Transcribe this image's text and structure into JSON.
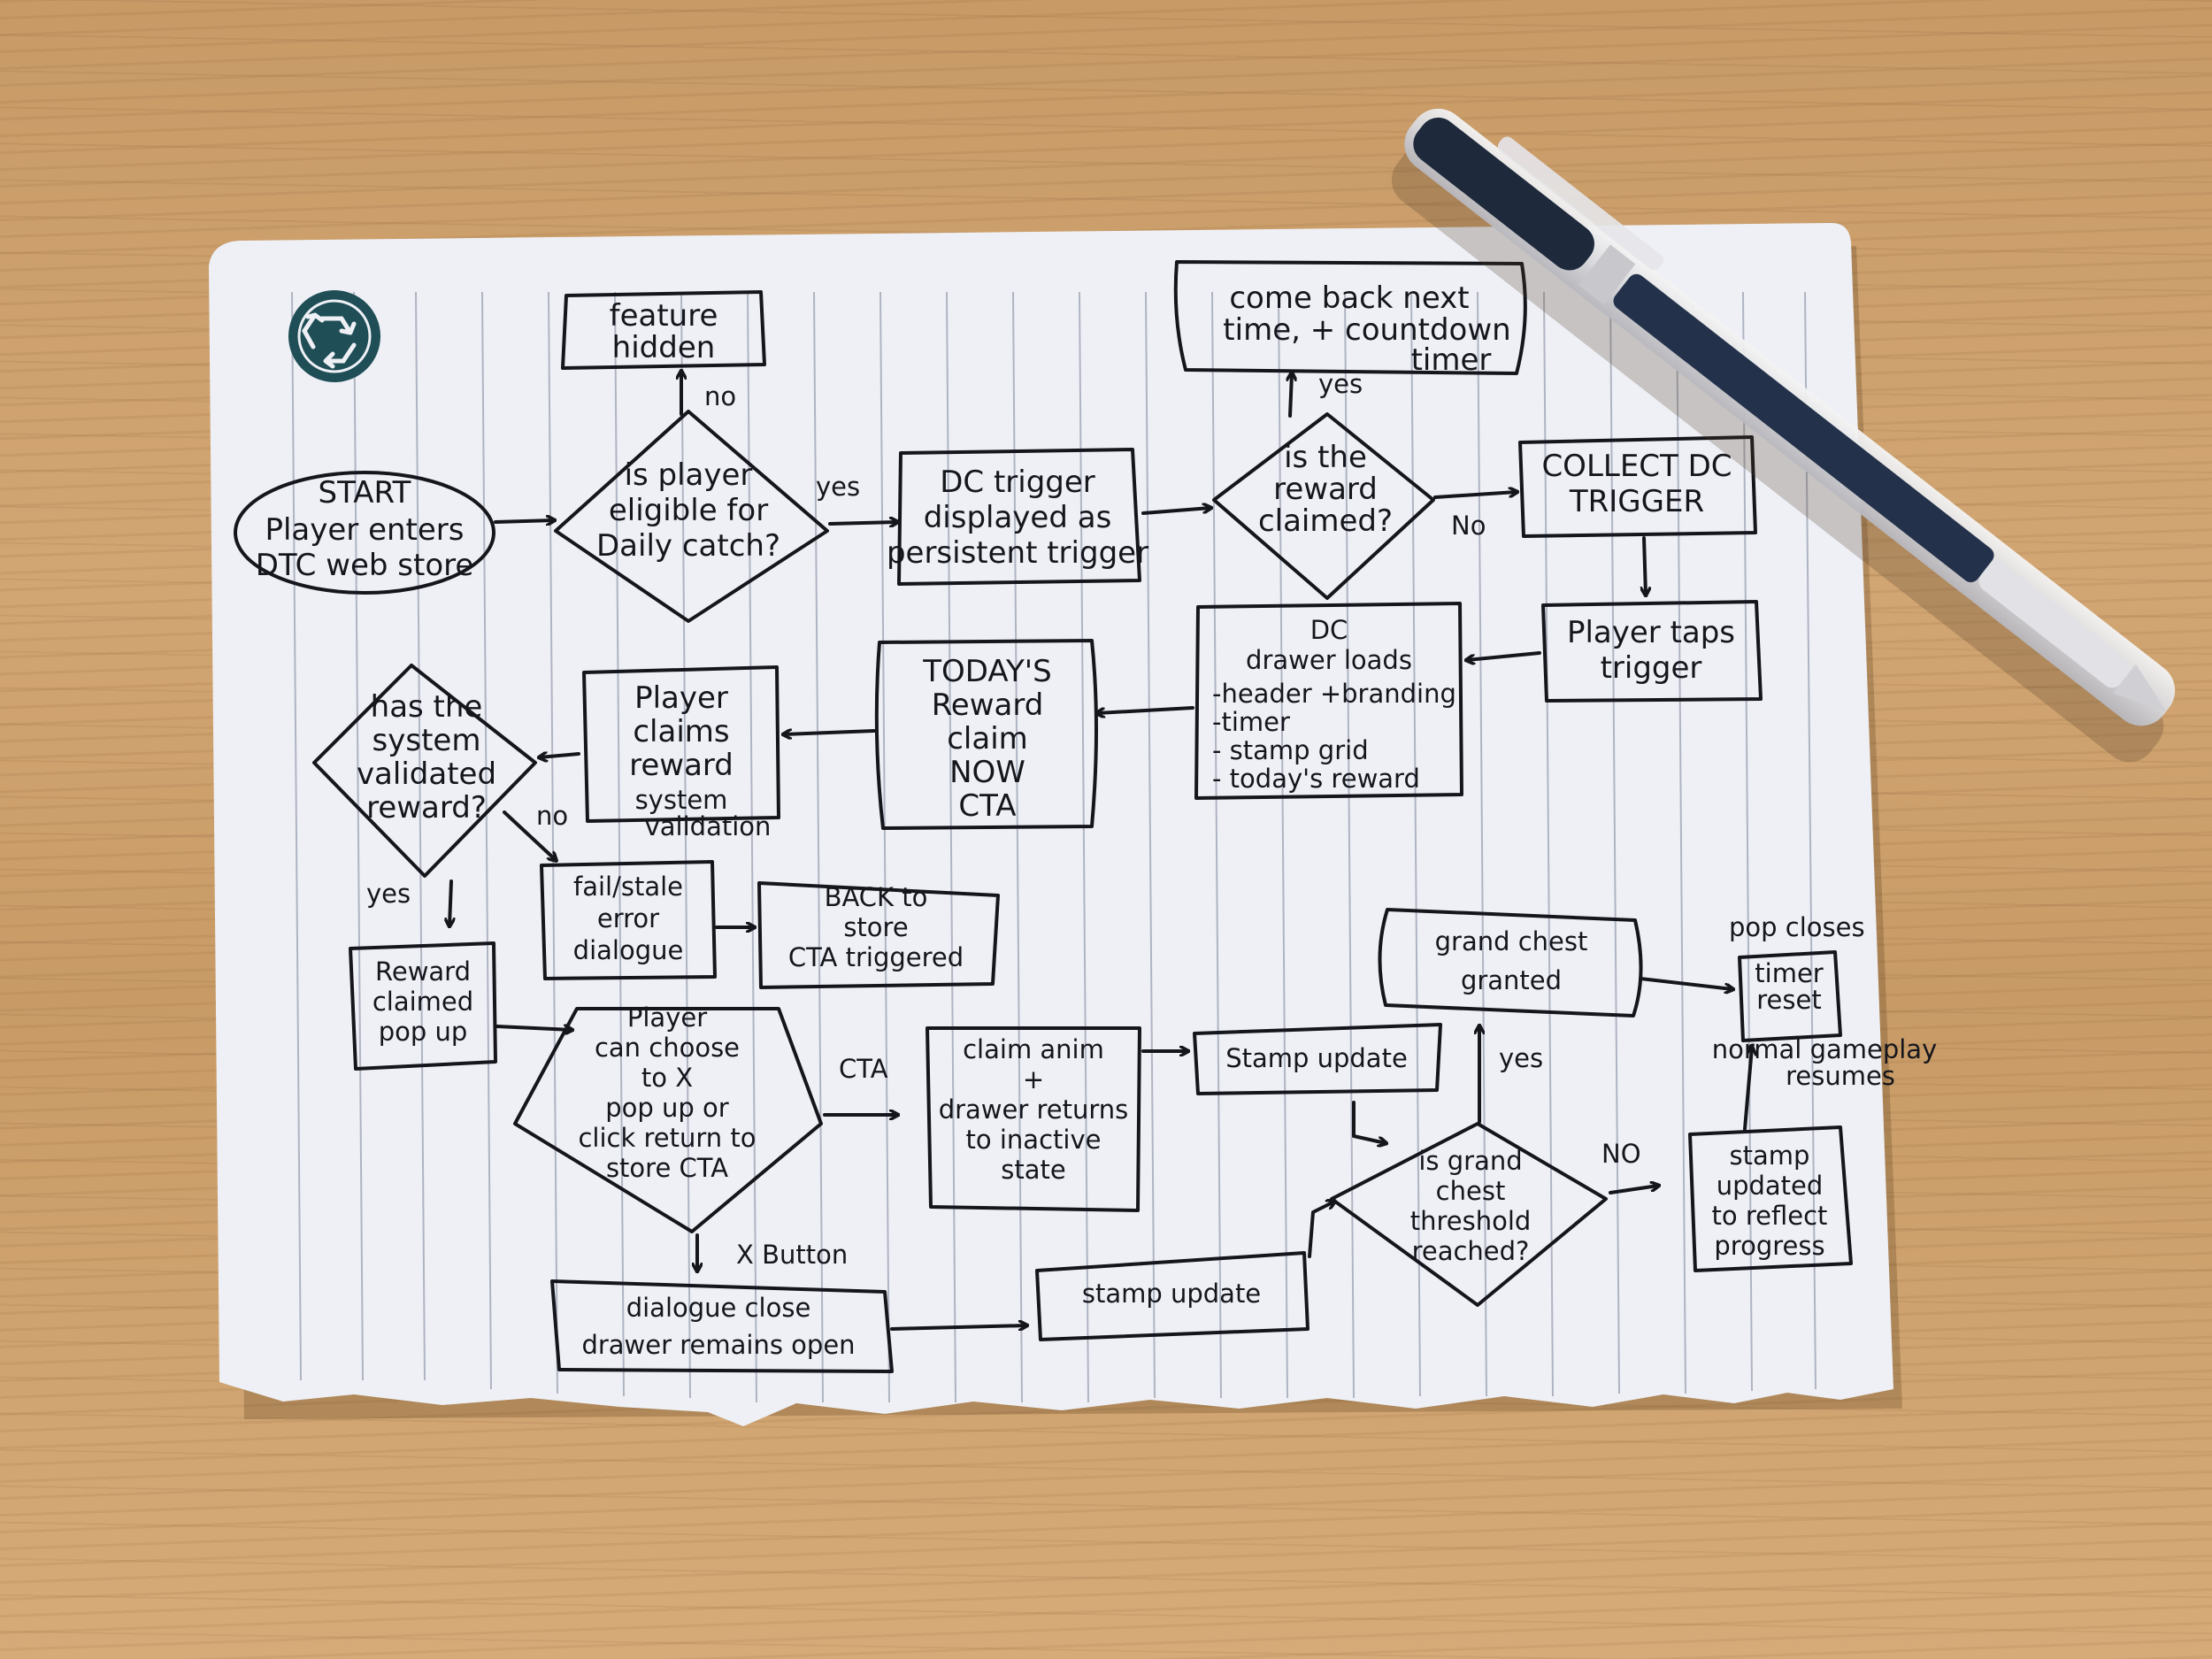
{
  "diagram": {
    "nodes": {
      "start": [
        "START",
        "Player enters",
        "DTC web store"
      ],
      "eligible": [
        "is player",
        "eligible for",
        "Daily catch?"
      ],
      "hidden": [
        "feature",
        "hidden"
      ],
      "trigger": [
        "DC trigger",
        "displayed as",
        "persistent trigger"
      ],
      "claimed_q": [
        "is the",
        "reward",
        "claimed?"
      ],
      "come_back": [
        "come back next",
        "time, + countdown",
        "timer"
      ],
      "collect": [
        "COLLECT DC",
        "TRIGGER"
      ],
      "taps": [
        "Player taps",
        "trigger"
      ],
      "drawer": [
        "DC",
        "drawer loads",
        "-header +branding",
        "-timer",
        "- stamp grid",
        "- today's reward"
      ],
      "today": [
        "TODAY'S",
        "Reward",
        "claim",
        "NOW",
        "CTA"
      ],
      "claims": [
        "Player",
        "claims",
        "reward",
        "system",
        "validation"
      ],
      "validated_q": [
        "has the",
        "system",
        "validated",
        "reward?"
      ],
      "error": [
        "fail/stale",
        "error",
        "dialogue"
      ],
      "back": [
        "BACK to",
        "store",
        "CTA triggered"
      ],
      "reward_popup": [
        "Reward",
        "claimed",
        "pop up"
      ],
      "choose": [
        "Player",
        "can choose",
        "to X",
        "pop up or",
        "click return to",
        "store CTA"
      ],
      "claim_anim": [
        "claim anim",
        "+",
        "drawer returns",
        "to inactive",
        "state"
      ],
      "stamp1": [
        "Stamp update"
      ],
      "dialog_close": [
        "dialogue close",
        "drawer remains open"
      ],
      "stamp2": [
        "stamp update"
      ],
      "threshold_q": [
        "is grand",
        "chest",
        "threshold",
        "reached?"
      ],
      "grand": [
        "grand chest",
        "granted"
      ],
      "timer_reset": [
        "timer",
        "reset"
      ],
      "normal": [
        "normal gameplay",
        "resumes"
      ],
      "stamp_updated": [
        "stamp",
        "updated",
        "to reflect",
        "progress"
      ]
    },
    "edge_labels": {
      "no1": "no",
      "yes1": "yes",
      "yes2": "yes",
      "no2": "No",
      "no3": "no",
      "yes3": "yes",
      "cta": "CTA",
      "xbutton": "X Button",
      "yes4": "yes",
      "no4": "NO",
      "popcloses": "pop closes"
    }
  }
}
